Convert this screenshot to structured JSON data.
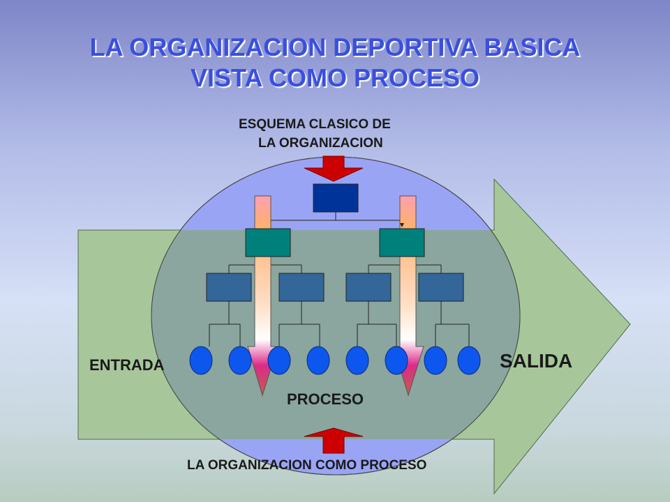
{
  "title": {
    "line1": "LA ORGANIZACION DEPORTIVA BASICA",
    "line2": "VISTA COMO  PROCESO"
  },
  "labels": {
    "top_line1": "ESQUEMA CLASICO DE",
    "top_line2": "LA ORGANIZACION",
    "entrada": "ENTRADA",
    "salida": "SALIDA",
    "proceso": "PROCESO",
    "bottom": "LA ORGANIZACION COMO PROCESO"
  },
  "colors": {
    "big_arrow": "#a7c79b",
    "circle_fill": "#9aa4f5",
    "overlap_fill": "#8aa69e",
    "top_box": "#003399",
    "mid_box": "#00807b",
    "low_box": "#336699",
    "ellipse": "#0d57ee",
    "red_arrow": "#cc0000",
    "title": "#3a4fe0"
  }
}
